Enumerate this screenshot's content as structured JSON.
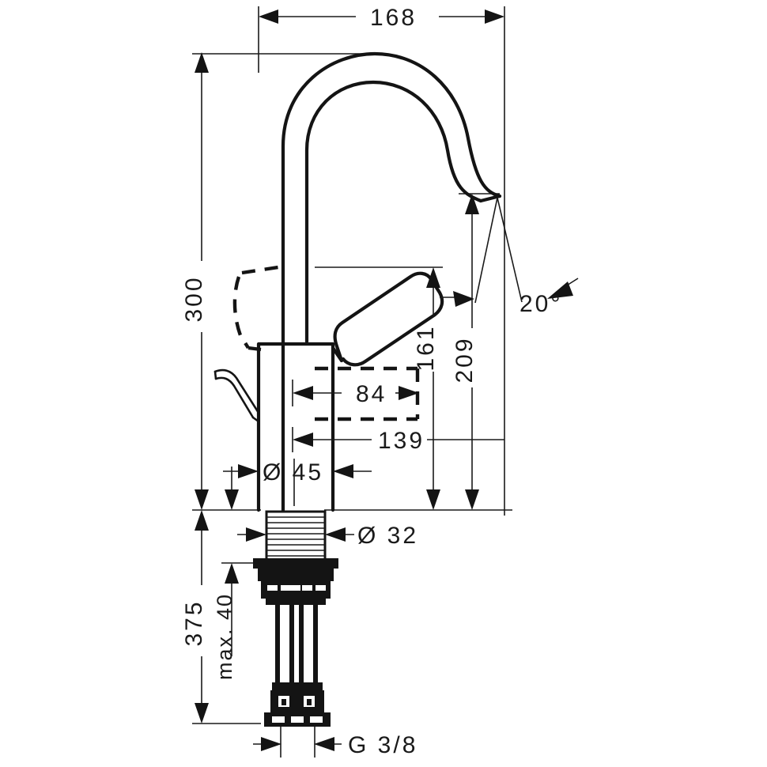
{
  "drawing": {
    "title": "Single lever basin mixer dimensional drawing",
    "units": "mm",
    "line_color": "#141414",
    "background": "#ffffff"
  },
  "dimensions": {
    "spout_reach": {
      "label": "168",
      "name": "spout-reach-width"
    },
    "total_height": {
      "label": "300",
      "name": "overall-height"
    },
    "lever_height": {
      "label": "161",
      "name": "lever-clearance-height"
    },
    "spout_outlet_height": {
      "label": "209",
      "name": "spout-outlet-height"
    },
    "handle_offset": {
      "label": "84",
      "name": "handle-offset"
    },
    "handle_span": {
      "label": "139",
      "name": "handle-span"
    },
    "body_diameter": {
      "label": "Ø 45",
      "name": "body-diameter"
    },
    "shank_diameter": {
      "label": "Ø 32",
      "name": "shank-diameter"
    },
    "install_height": {
      "label": "375",
      "name": "install-total-height"
    },
    "max_thickness": {
      "label": "max. 40",
      "name": "max-deck-thickness"
    },
    "thread_size": {
      "label": "G 3/8",
      "name": "supply-thread-size"
    },
    "outlet_angle": {
      "label": "20°",
      "name": "outlet-angle"
    }
  }
}
